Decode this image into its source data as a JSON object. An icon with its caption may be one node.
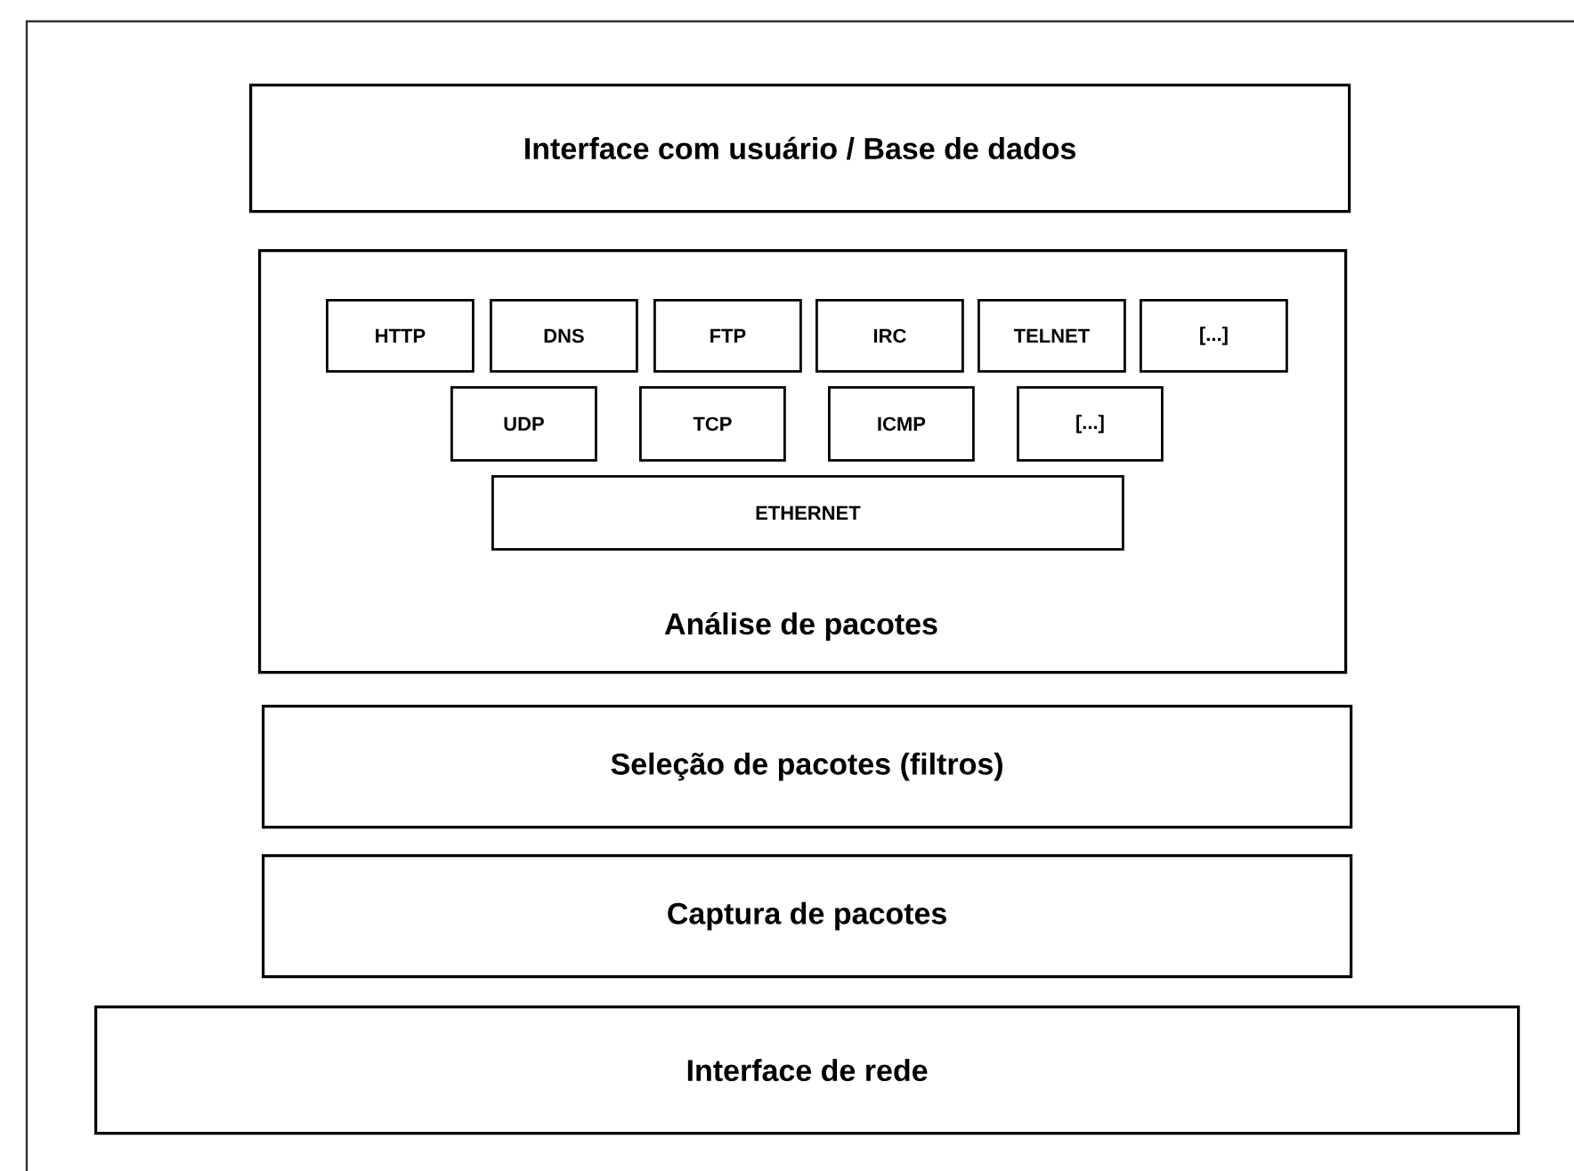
{
  "diagram": {
    "nodes": [
      {
        "text": [
          "Interface com usuário / Base de dados"
        ]
      },
      {
        "text": [
          "Análise de pacotes"
        ]
      },
      {
        "text": [
          "HTTP"
        ],
        "in": 1
      },
      {
        "text": [
          "DNS"
        ],
        "in": 1
      },
      {
        "text": [
          "FTP"
        ],
        "in": 1
      },
      {
        "text": [
          "IRC"
        ],
        "in": 1
      },
      {
        "text": [
          "TELNET"
        ],
        "in": 1
      },
      {
        "text": [
          "[...]"
        ],
        "in": 1
      },
      {
        "text": [
          "UDP"
        ],
        "in": 1
      },
      {
        "text": [
          "TCP"
        ],
        "in": 1
      },
      {
        "text": [
          "ICMP"
        ],
        "in": 1
      },
      {
        "text": [
          "[...]"
        ],
        "in": 1
      },
      {
        "text": [
          "ETHERNET"
        ],
        "in": 1
      },
      {
        "text": [
          "Seleção de pacotes (filtros)"
        ]
      },
      {
        "text": [
          "Captura de pacotes"
        ]
      },
      {
        "text": [
          "Interface de rede"
        ]
      }
    ]
  }
}
